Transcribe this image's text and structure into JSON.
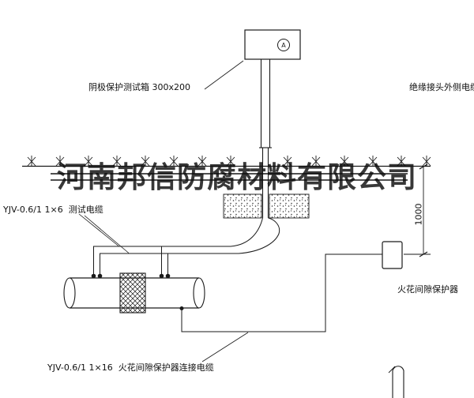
{
  "colors": {
    "background": "#ffffff",
    "line": "#1a1a1a",
    "watermark": "#0d0d0d"
  },
  "watermark": {
    "text": "河南邦信防腐材料有限公司"
  },
  "labels": {
    "test_box": "阴极保护测试箱 300x200",
    "insulated_joint_cable": "绝缘接头外侧电缆",
    "test_cable": "YJV-0.6/1 1×6  测试电缆",
    "spark_gap_protector": "火花间隙保护器",
    "spark_gap_cable": "YJV-0.6/1 1×16  火花间隙保护器连接电缆"
  },
  "symbols": {
    "test_box_letter": "A"
  },
  "dimensions": {
    "burial_depth": "1000"
  }
}
